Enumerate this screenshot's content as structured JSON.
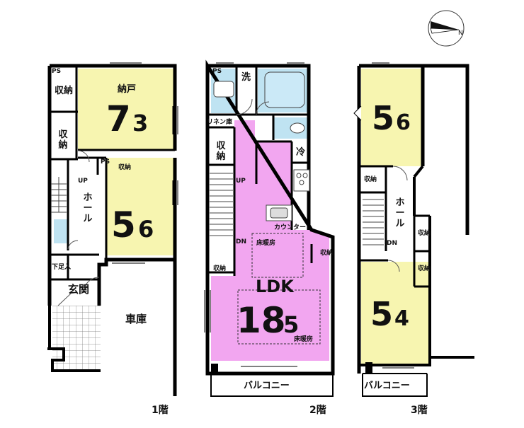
{
  "floors": {
    "f1": {
      "label": "1階",
      "ps": "PS",
      "storage1": "収納",
      "storage2": "収納",
      "nando": "納戸",
      "nando_size_int": "7",
      "nando_size_dec": "3",
      "ps2": "PS",
      "storage_small": "収納",
      "up": "UP",
      "hall": "ホール",
      "room_size_int": "5",
      "room_size_dec": "6",
      "shoe": "下足入",
      "entrance": "玄関",
      "garage": "車庫"
    },
    "f2": {
      "label": "2階",
      "ps": "PS",
      "wash": "洗",
      "linen": "リネン庫",
      "storage1": "収納",
      "fridge": "冷",
      "up": "UP",
      "dn": "DN",
      "counter": "カウンター",
      "floor_heat1": "床暖房",
      "storage2": "収納",
      "storage3": "収納",
      "ldk": "LDK",
      "ldk_size_int": "18",
      "ldk_size_dec": "5",
      "floor_heat2": "床暖房",
      "balcony": "バルコニー"
    },
    "f3": {
      "label": "3階",
      "room1_int": "5",
      "room1_dec": "6",
      "storage1": "収納",
      "hall": "ホール",
      "dn": "DN",
      "storage2": "収納",
      "storage3": "収納",
      "room2_int": "5",
      "room2_dec": "4",
      "balcony": "バルコニー"
    }
  },
  "compass": {
    "north": "N"
  },
  "colors": {
    "yellow": "#f7f5b0",
    "pink": "#f2a6f0",
    "blue": "#bfe3f2",
    "wall": "#000000"
  }
}
